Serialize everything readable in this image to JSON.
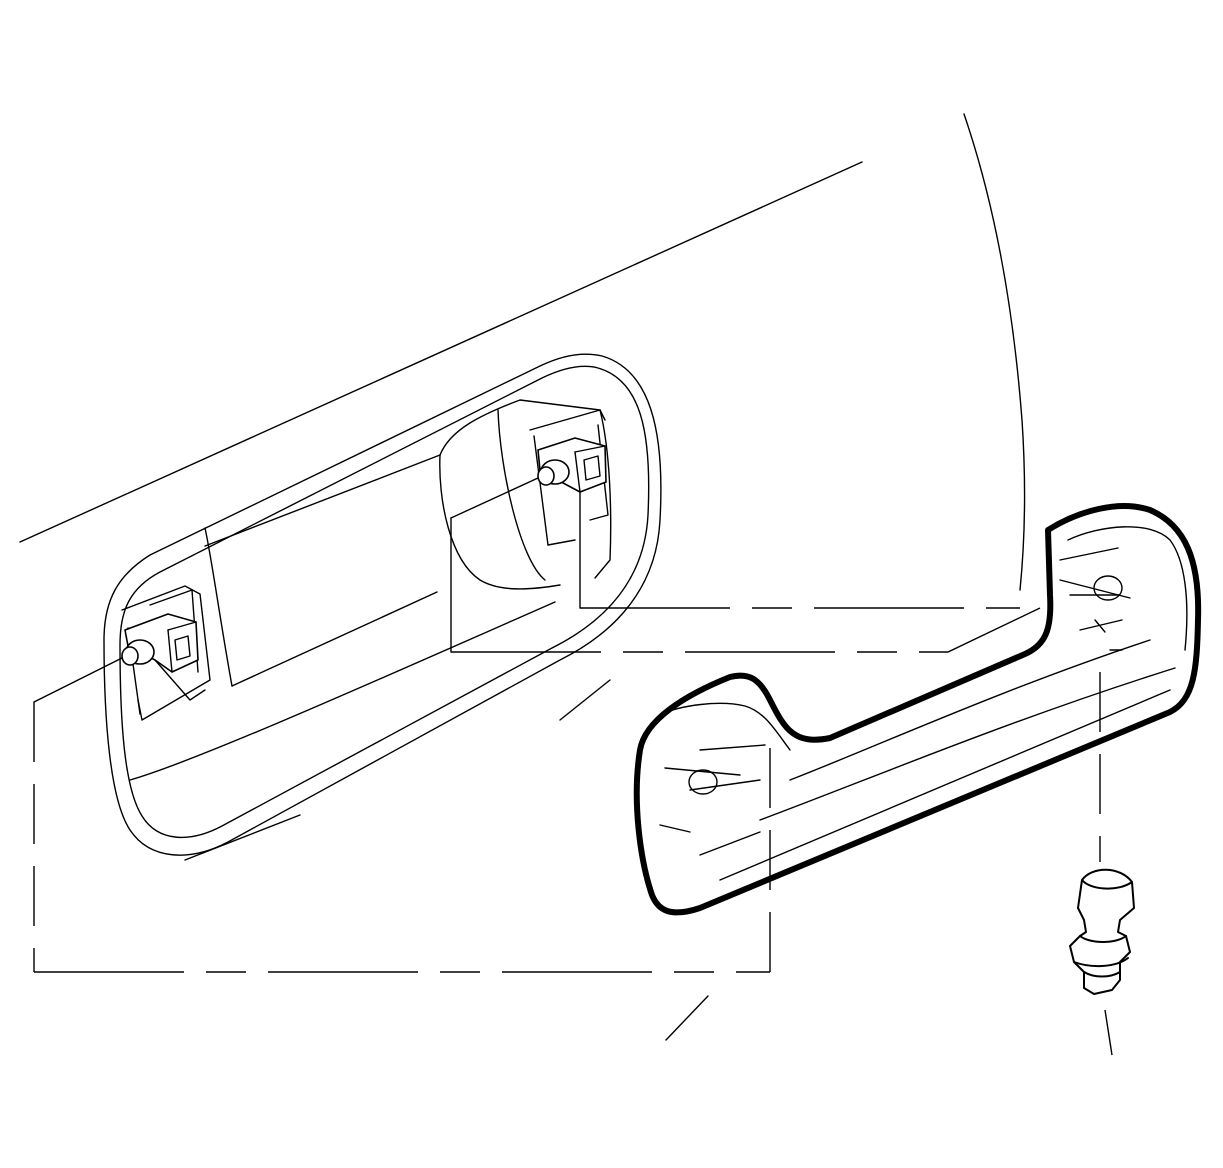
{
  "figure": {
    "type": "exploded-view line illustration",
    "parts": [
      "roof-panel",
      "handle-mounting-recess",
      "left-mounting-stud",
      "right-mounting-stud",
      "assist-handle",
      "retaining-clip"
    ],
    "line_color": "#000000",
    "background_color": "#ffffff"
  }
}
